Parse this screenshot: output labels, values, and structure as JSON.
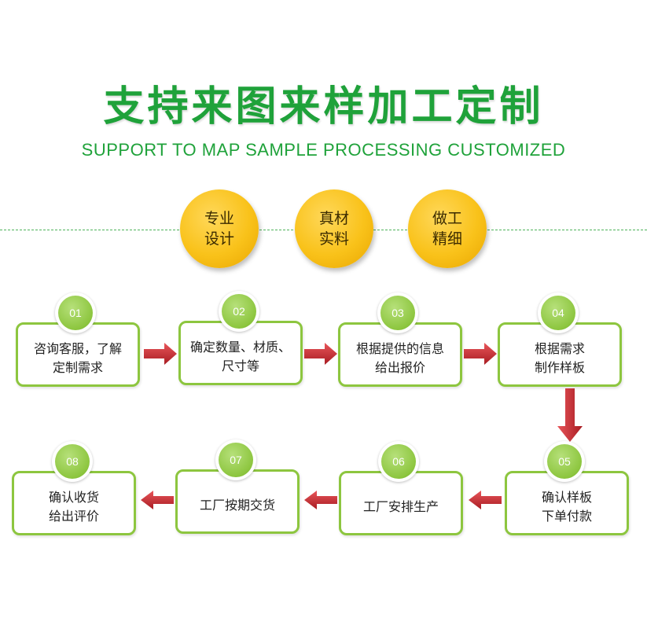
{
  "title": "支持来图来样加工定制",
  "subtitle": "SUPPORT TO MAP SAMPLE PROCESSING CUSTOMIZED",
  "features": [
    "专业\n设计",
    "真材\n实料",
    "做工\n精细"
  ],
  "steps": [
    {
      "number": "01",
      "text": "咨询客服，了解\n定制需求"
    },
    {
      "number": "02",
      "text": "确定数量、材质、\n尺寸等"
    },
    {
      "number": "03",
      "text": "根据提供的信息\n给出报价"
    },
    {
      "number": "04",
      "text": "根据需求\n制作样板"
    },
    {
      "number": "05",
      "text": "确认样板\n下单付款"
    },
    {
      "number": "06",
      "text": "工厂安排生产"
    },
    {
      "number": "07",
      "text": "工厂按期交货"
    },
    {
      "number": "08",
      "text": "确认收货\n给出评价"
    }
  ],
  "colors": {
    "title_green": "#1fa23a",
    "feature_circle": "#f9c21a",
    "card_border": "#8dc63f",
    "arrow_red": "#c0262a"
  }
}
